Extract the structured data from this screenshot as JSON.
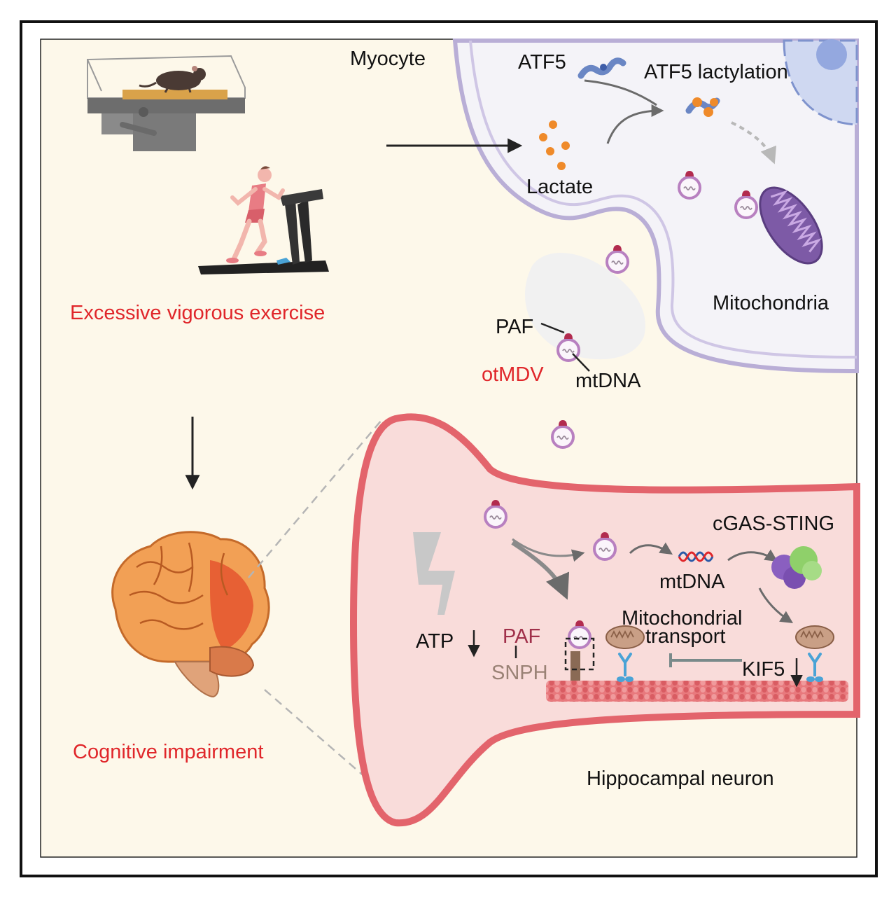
{
  "colors": {
    "background": "#fdf8ea",
    "frame": "#111111",
    "cell_fill": "#f4f3f8",
    "membrane": "#b9aed6",
    "neuron_fill": "#f9dcda",
    "neuron_edge": "#e3646c",
    "highlight_text": "#e0262a",
    "paf_text": "#a0304a",
    "snph_text": "#9a8275",
    "mitochondria": "#7d5aa6",
    "lactate": "#ef8a2a",
    "atf5": "#6a86c4"
  },
  "left_panel": {
    "treadmill_mouse_icon": "mouse-treadmill-illustration",
    "treadmill_human_icon": "human-runner-illustration",
    "exercise_label": "Excessive vigorous exercise",
    "brain_icon": "brain-illustration",
    "cognitive_label": "Cognitive impairment"
  },
  "myocyte": {
    "title": "Myocyte",
    "atf5": "ATF5",
    "atf5_lactylation": "ATF5 lactylation",
    "lactate": "Lactate",
    "mitochondria": "Mitochondria",
    "paf": "PAF",
    "otmdv": "otMDV",
    "mtdna": "mtDNA"
  },
  "neuron": {
    "cgas_sting": "cGAS-STING",
    "mtdna": "mtDNA",
    "mitochondrial_transport_line1": "Mitochondrial",
    "mitochondrial_transport_line2": "transport",
    "atp": "ATP",
    "paf": "PAF",
    "snph": "SNPH",
    "kif5": "KIF5",
    "title": "Hippocampal neuron"
  }
}
